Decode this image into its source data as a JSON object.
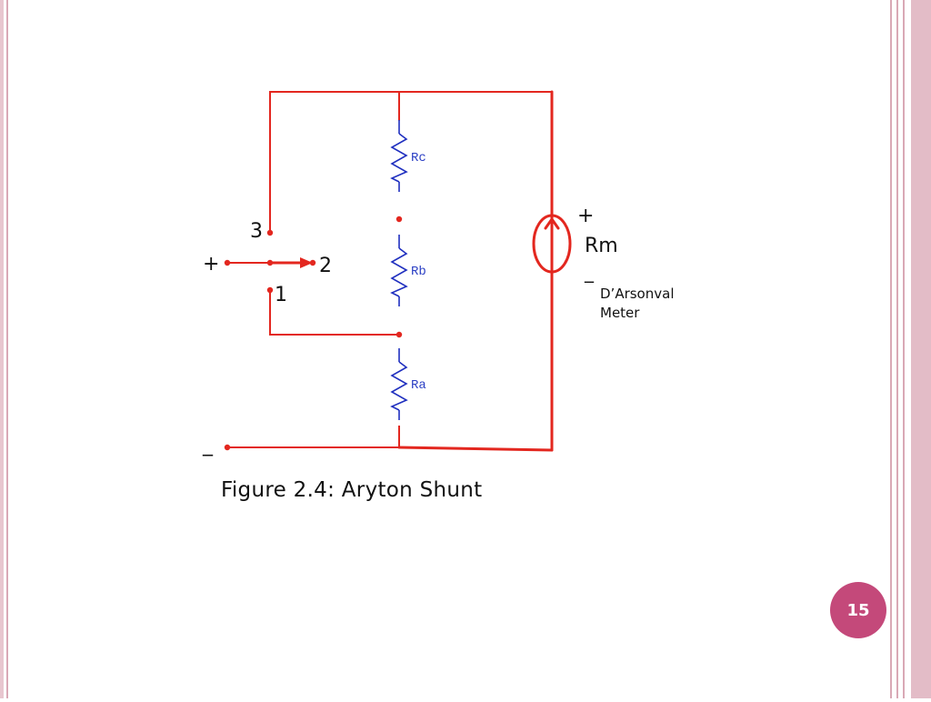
{
  "colors": {
    "wire": "#e3271f",
    "resistor": "#1f2fbf",
    "resistor_label": "#2b3fc4",
    "text": "#111111",
    "border_light": "#e8c6cf",
    "border_dark": "#c88c9c",
    "badge": "#c4497a"
  },
  "diagram": {
    "resistors": [
      {
        "label": "Rc"
      },
      {
        "label": "Rb"
      },
      {
        "label": "Ra"
      }
    ],
    "terminals": {
      "plus": "+",
      "minus": "_",
      "tap_1": "1",
      "tap_2": "2",
      "tap_3": "3"
    },
    "meter": {
      "plus": "+",
      "label": "Rm",
      "minus": "_",
      "description_line1": "D’Arsonval",
      "description_line2": "Meter"
    }
  },
  "caption": "Figure 2.4: Aryton Shunt",
  "page_number": "15"
}
